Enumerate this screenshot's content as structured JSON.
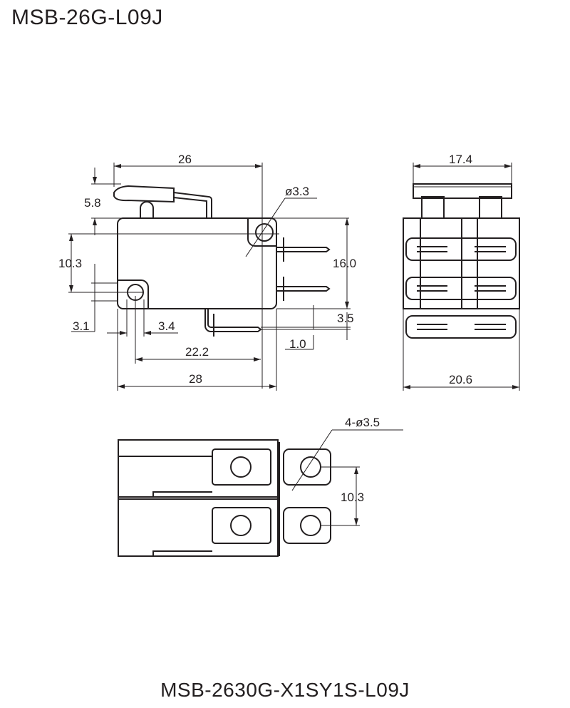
{
  "title": "MSB-26G-L09J",
  "subtitle": "MSB-2630G-X1SY1S-L09J",
  "side_view": {
    "dims": {
      "width_top": "26",
      "lever_height": "5.8",
      "hole_dia": "ø3.3",
      "roller_offset": "10.3",
      "height": "16.0",
      "terminal_drop": "3.5",
      "terminal_thk": "1.0",
      "roller_x": "3.1",
      "roller_dia": "3.4",
      "spacing": "22.2",
      "length": "28"
    }
  },
  "front_view": {
    "dims": {
      "top_width": "17.4",
      "width": "20.6"
    }
  },
  "bottom_view": {
    "dims": {
      "holes": "4-ø3.5",
      "pitch": "10.3"
    }
  }
}
